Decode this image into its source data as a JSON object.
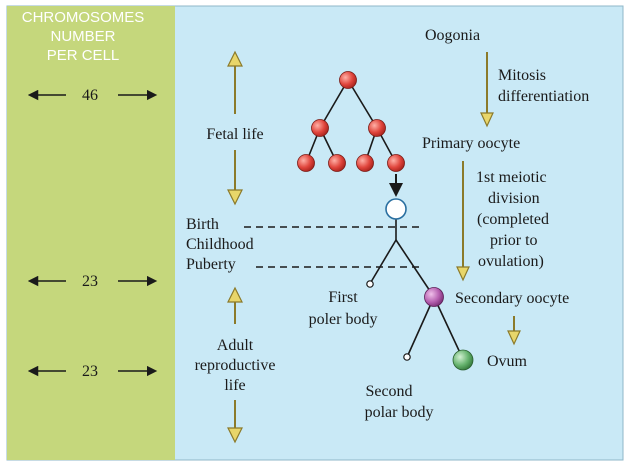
{
  "sidebar": {
    "header": [
      "CHROMOSOMES",
      "NUMBER",
      "PER CELL"
    ],
    "counts": [
      "46",
      "23",
      "23"
    ]
  },
  "timeline": {
    "fetal_life": "Fetal life",
    "birth": "Birth",
    "childhood": "Childhood",
    "puberty": "Puberty",
    "adult": [
      "Adult",
      "reproductive",
      "life"
    ]
  },
  "stages": {
    "oogonia": "Oogonia",
    "mitosis": [
      "Mitosis",
      "differentiation"
    ],
    "primary_oocyte": "Primary oocyte",
    "meiosis1": [
      "1st meiotic",
      "division",
      "(completed",
      "prior to",
      "ovulation)"
    ],
    "secondary_oocyte": "Secondary oocyte",
    "ovum": "Ovum",
    "first_polar": [
      "First",
      "poler body"
    ],
    "second_polar": [
      "Second",
      "polar body"
    ]
  },
  "colors": {
    "sidebar": "#c5d77c",
    "background": "#c9e9f6",
    "arrow": "#8b7a2a",
    "arrow_head": "#e8d66a",
    "oogonia_cell": "#e0453c",
    "secondary_oocyte_cell": "#b660b0",
    "ovum_cell": "#66b36e"
  }
}
